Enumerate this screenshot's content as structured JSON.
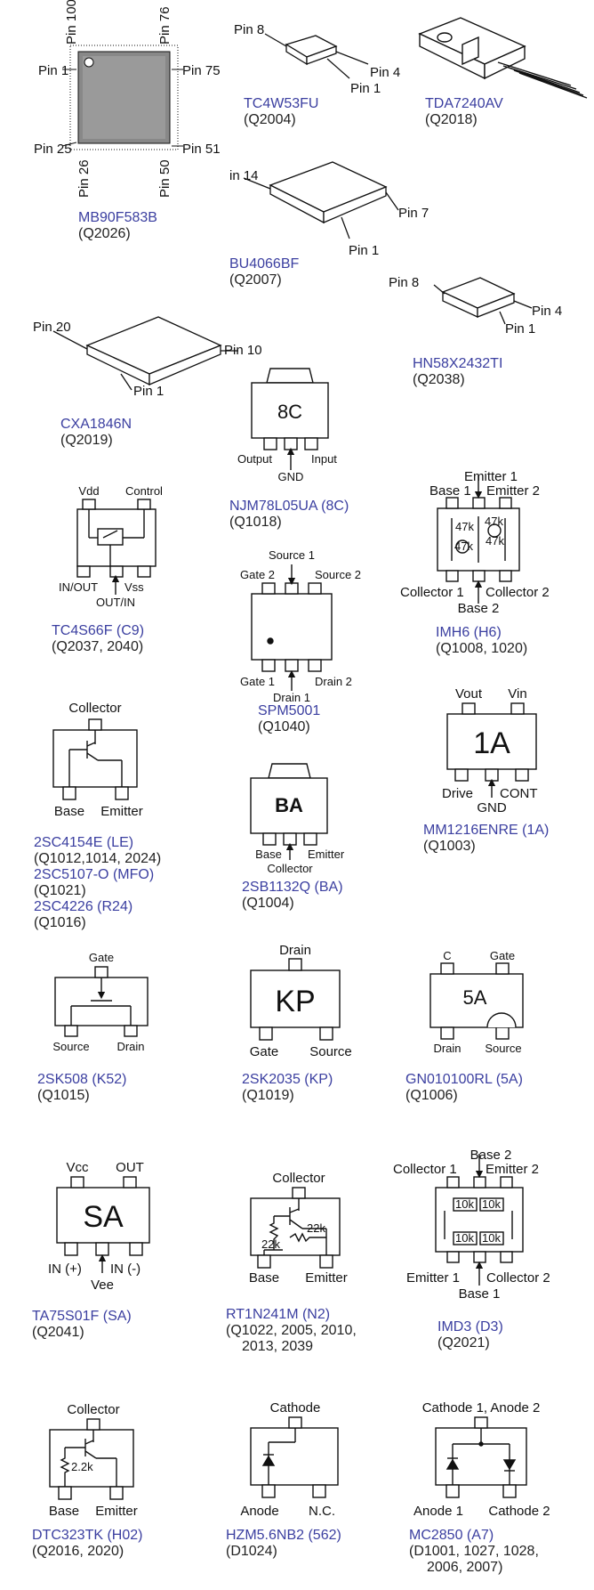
{
  "parts": [
    {
      "name": "MB90F583B",
      "ref": "(Q2026)"
    },
    {
      "name": "TC4W53FU",
      "ref": "(Q2004)"
    },
    {
      "name": "TDA7240AV",
      "ref": "(Q2018)"
    },
    {
      "name": "BU4066BF",
      "ref": "(Q2007)"
    },
    {
      "name": "HN58X2432TI",
      "ref": "(Q2038)"
    },
    {
      "name": "CXA1846N",
      "ref": "(Q2019)"
    },
    {
      "name": "NJM78L05UA (8C)",
      "ref": "(Q1018)"
    },
    {
      "name": "TC4S66F (C9)",
      "ref": "(Q2037, 2040)"
    },
    {
      "name": "SPM5001",
      "ref": "(Q1040)"
    },
    {
      "name": "IMH6 (H6)",
      "ref": "(Q1008, 1020)"
    },
    {
      "name": "2SC4154E (LE)",
      "ref": "(Q1012,1014, 2024)"
    },
    {
      "name": "2SC5107-O (MFO)",
      "ref": "(Q1021)"
    },
    {
      "name": "2SC4226 (R24)",
      "ref": "(Q1016)"
    },
    {
      "name": "2SB1132Q (BA)",
      "ref": "(Q1004)"
    },
    {
      "name": "MM1216ENRE (1A)",
      "ref": "(Q1003)"
    },
    {
      "name": "2SK508 (K52)",
      "ref": "(Q1015)"
    },
    {
      "name": "2SK2035 (KP)",
      "ref": "(Q1019)"
    },
    {
      "name": "GN010100RL (5A)",
      "ref": "(Q1006)"
    },
    {
      "name": "TA75S01F (SA)",
      "ref": "(Q2041)"
    },
    {
      "name": "RT1N241M (N2)",
      "ref": "(Q1022, 2005, 2010,"
    },
    {
      "name": "IMD3 (D3)",
      "ref": "(Q2021)"
    },
    {
      "name": "DTC323TK (H02)",
      "ref": "(Q2016, 2020)"
    },
    {
      "name": "HZM5.6NB2 (562)",
      "ref": "(D1024)"
    },
    {
      "name": "MC2850 (A7)",
      "ref": "(D1001, 1027, 1028,"
    }
  ],
  "ref_cont": {
    "rt1n241m": "2013, 2039",
    "mc2850": "2006, 2007)"
  },
  "pins": {
    "mb": {
      "p100": "Pin 100",
      "p76": "Pin 76",
      "p1": "Pin 1",
      "p75": "Pin 75",
      "p25": "Pin 25",
      "p51": "Pin 51",
      "p26": "Pin 26",
      "p50": "Pin 50"
    },
    "tc4w": {
      "p8": "Pin 8",
      "p4": "Pin 4",
      "p1": "Pin 1"
    },
    "bu": {
      "p14": "in 14",
      "p7": "Pin 7",
      "p1": "Pin 1"
    },
    "hn": {
      "p8": "Pin 8",
      "p4": "Pin 4",
      "p1": "Pin 1"
    },
    "cxa": {
      "p20": "Pin 20",
      "p10": "Pin 10",
      "p1": "Pin 1"
    },
    "njm": {
      "mark": "8C",
      "out": "Output",
      "in": "Input",
      "gnd": "GND"
    },
    "tc4s": {
      "vdd": "Vdd",
      "ctrl": "Control",
      "inout": "IN/OUT",
      "vss": "Vss",
      "outin": "OUT/IN"
    },
    "spm": {
      "s1": "Source 1",
      "g2": "Gate 2",
      "s2": "Source 2",
      "g1": "Gate 1",
      "d2": "Drain 2",
      "d1": "Drain 1"
    },
    "imh6": {
      "e1": "Emitter 1",
      "b1": "Base 1",
      "e2": "Emitter 2",
      "c1": "Collector 1",
      "c2": "Collector 2",
      "b2": "Base 2",
      "r": "47k"
    },
    "sc": {
      "col": "Collector",
      "base": "Base",
      "emit": "Emitter"
    },
    "ba": {
      "mark": "BA",
      "base": "Base",
      "emit": "Emitter",
      "col": "Collector"
    },
    "mm": {
      "mark": "1A",
      "vout": "Vout",
      "vin": "Vin",
      "drive": "Drive",
      "cont": "CONT",
      "gnd": "GND"
    },
    "k52": {
      "gate": "Gate",
      "source": "Source",
      "drain": "Drain"
    },
    "kp": {
      "mark": "KP",
      "drain": "Drain",
      "gate": "Gate",
      "source": "Source"
    },
    "gn": {
      "mark": "5A",
      "c": "C",
      "gate": "Gate",
      "drain": "Drain",
      "source": "Source"
    },
    "sa": {
      "mark": "SA",
      "vcc": "Vcc",
      "out": "OUT",
      "inp": "IN (+)",
      "inm": "IN (-)",
      "vee": "Vee"
    },
    "n2": {
      "col": "Collector",
      "base": "Base",
      "emit": "Emitter",
      "r": "22k"
    },
    "d3": {
      "b2": "Base 2",
      "c1": "Collector 1",
      "e2": "Emitter 2",
      "e1": "Emitter 1",
      "c2": "Collector 2",
      "b1": "Base 1",
      "r": "10k"
    },
    "h02": {
      "col": "Collector",
      "base": "Base",
      "emit": "Emitter",
      "r": "2.2k"
    },
    "hzm": {
      "cath": "Cathode",
      "anode": "Anode",
      "nc": "N.C."
    },
    "mc": {
      "top": "Cathode 1, Anode 2",
      "a1": "Anode 1",
      "c2": "Cathode 2"
    }
  }
}
